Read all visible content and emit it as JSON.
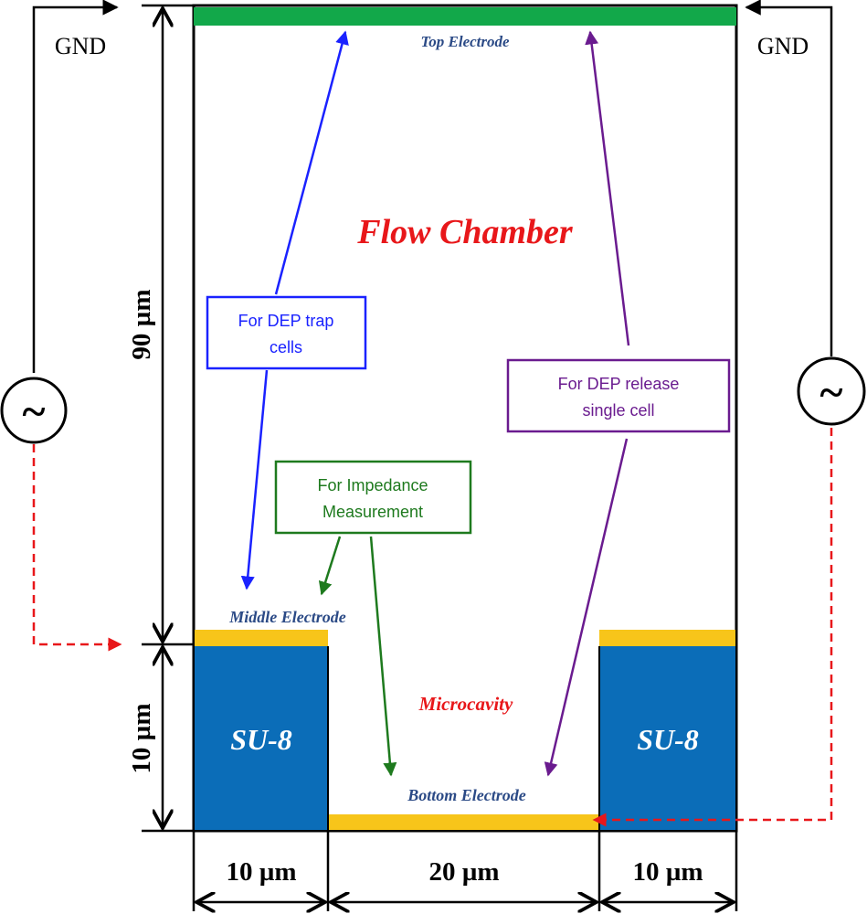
{
  "labels": {
    "gnd_left": "GND",
    "gnd_right": "GND",
    "top_electrode": "Top Electrode",
    "flow_chamber": "Flow Chamber",
    "middle_electrode": "Middle Electrode",
    "bottom_electrode": "Bottom Electrode",
    "microcavity": "Microcavity",
    "su8_left": "SU-8",
    "su8_right": "SU-8",
    "ac_source_left": "~",
    "ac_source_right": "~"
  },
  "callouts": {
    "dep_trap": {
      "line1": "For DEP trap",
      "line2": "cells"
    },
    "dep_release": {
      "line1": "For DEP release",
      "line2": "single cell"
    },
    "impedance": {
      "line1": "For Impedance",
      "line2": "Measurement"
    }
  },
  "dimensions": {
    "height_chamber": "90 µm",
    "height_cavity": "10 µm",
    "width_left": "10 µm",
    "width_center": "20 µm",
    "width_right": "10 µm"
  },
  "colors": {
    "top_electrode": "#12a84a",
    "electrode_gold": "#f7c51a",
    "su8_blue": "#0b6db8",
    "label_blue": "#2b4a86",
    "title_red": "#e8171a",
    "dep_trap_blue": "#1a22ff",
    "dep_release_purple": "#6a1b8f",
    "impedance_green": "#1e7a1e",
    "wire_red": "#e8171a"
  }
}
